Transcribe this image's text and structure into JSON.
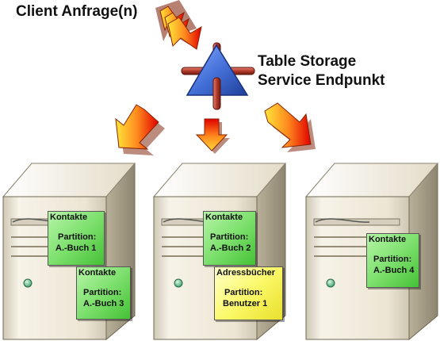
{
  "client_label": "Client Anfrage(n)",
  "endpoint": {
    "line1": "Table Storage",
    "line2": "Service Endpunkt"
  },
  "colors": {
    "contact_note": "#7ee06e",
    "addressbook_note": "#fbf96a",
    "triangle": "#3d66c9",
    "pipes": "#b43a2a",
    "arrow_start": "#ffe63a",
    "arrow_end": "#e10000",
    "server": "#efe9d9"
  },
  "servers": [
    {
      "notes": [
        {
          "type": "contact",
          "title": "Kontakte",
          "line1": "Partition:",
          "line2": "A.-Buch 1"
        },
        {
          "type": "contact",
          "title": "Kontakte",
          "line1": "Partition:",
          "line2": "A.-Buch 3"
        }
      ]
    },
    {
      "notes": [
        {
          "type": "contact",
          "title": "Kontakte",
          "line1": "Partition:",
          "line2": "A.-Buch 2"
        },
        {
          "type": "addressbook",
          "title": "Adressbücher",
          "line1": "Partition:",
          "line2": "Benutzer 1"
        }
      ]
    },
    {
      "notes": [
        {
          "type": "contact",
          "title": "Kontakte",
          "line1": "Partition:",
          "line2": "A.-Buch 4"
        }
      ]
    }
  ]
}
